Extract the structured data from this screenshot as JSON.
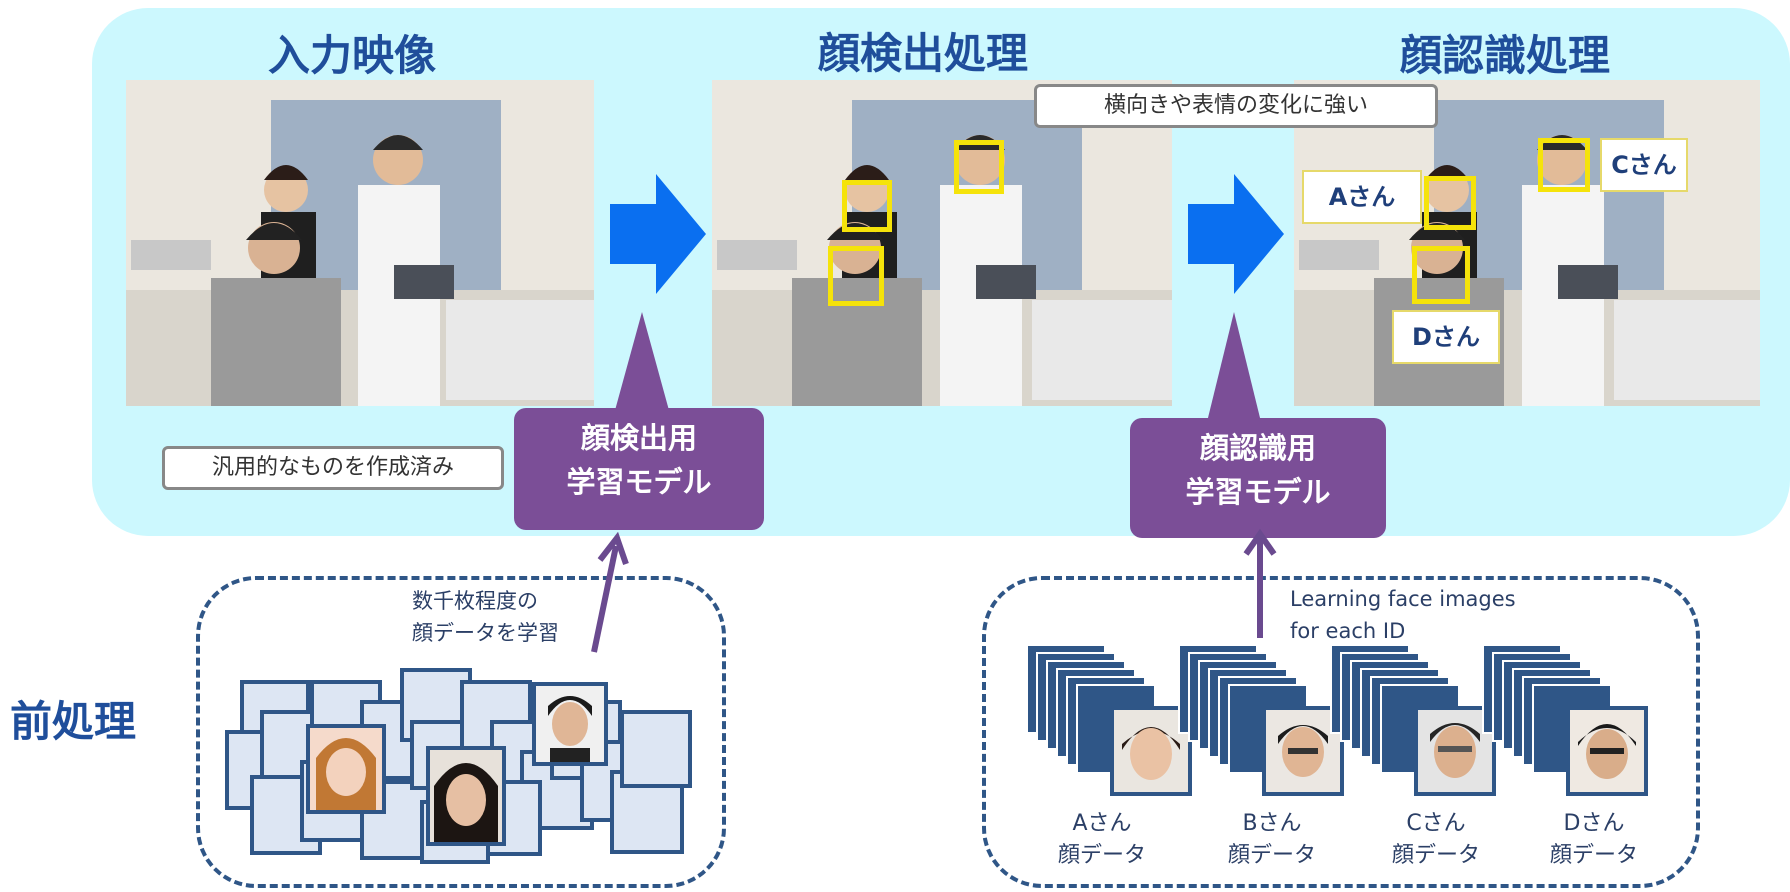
{
  "titles": {
    "input": "入力映像",
    "detect": "顔検出処理",
    "recognize": "顔認識処理",
    "preprocess": "前処理"
  },
  "notes": {
    "robust": "横向きや表情の変化に強い",
    "generic": "汎用的なものを作成済み"
  },
  "models": {
    "detect_line1": "顔検出用",
    "detect_line2": "学習モデル",
    "recog_line1": "顔認識用",
    "recog_line2": "学習モデル"
  },
  "name_tags": {
    "a": "Aさん",
    "c": "Cさん",
    "d": "Dさん"
  },
  "left_box": {
    "caption_line1": "数千枚程度の",
    "caption_line2": "顔データを学習"
  },
  "right_box": {
    "caption_line1": "Learning face images",
    "caption_line2": "for each ID",
    "ids": [
      {
        "name": "Aさん",
        "data": "顔データ"
      },
      {
        "name": "Bさん",
        "data": "顔データ"
      },
      {
        "name": "Cさん",
        "data": "顔データ"
      },
      {
        "name": "Dさん",
        "data": "顔データ"
      }
    ]
  },
  "colors": {
    "panel": "#ccf8fe",
    "title": "#1f4e9b",
    "arrow": "#0a6ff0",
    "model": "#7b4e97",
    "face_box": "#f5e30a",
    "dashed": "#2f5687"
  }
}
